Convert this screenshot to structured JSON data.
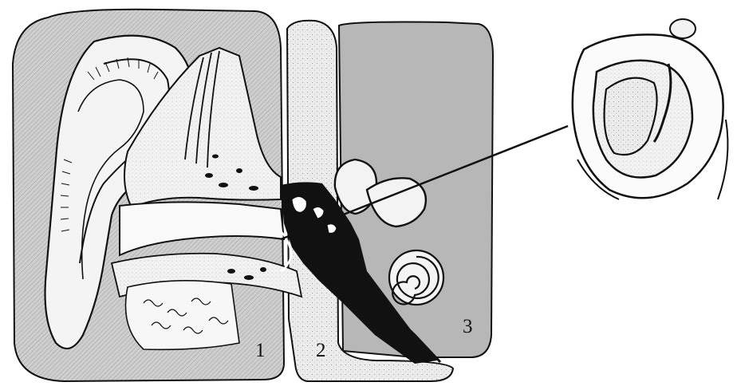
{
  "diagram": {
    "region_labels": [
      {
        "id": "outer-ear",
        "text": "1"
      },
      {
        "id": "middle-ear",
        "text": "2"
      },
      {
        "id": "inner-ear",
        "text": "3"
      }
    ],
    "colors": {
      "outer_region": "#c9c9c9",
      "middle_region": "#ebebeb",
      "inner_region": "#b5b5b5",
      "line": "#111111",
      "tissue": "#f4f4f4"
    }
  }
}
